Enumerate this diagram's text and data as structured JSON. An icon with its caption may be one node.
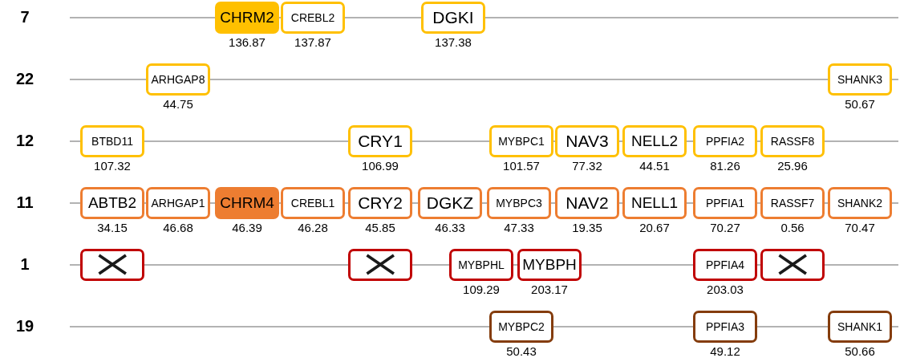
{
  "diagram": {
    "nodes": [
      {
        "text": [
          "CHRM2"
        ],
        "beside": [
          "136.87"
        ]
      },
      {
        "text": [
          "CREBL2"
        ],
        "beside": [
          "137.87"
        ]
      },
      {
        "text": [
          "DGKI"
        ],
        "beside": [
          "137.38"
        ]
      },
      {
        "text": [
          "ARHGAP8"
        ],
        "beside": [
          "44.75"
        ]
      },
      {
        "text": [
          "SHANK3"
        ],
        "beside": [
          "50.67"
        ]
      },
      {
        "text": [
          "BTBD11"
        ],
        "beside": [
          "107.32"
        ]
      },
      {
        "text": [
          "CRY1"
        ],
        "beside": [
          "106.99"
        ]
      },
      {
        "text": [
          "MYBPC1"
        ],
        "beside": [
          "101.57"
        ]
      },
      {
        "text": [
          "NAV3"
        ],
        "beside": [
          "77.32"
        ]
      },
      {
        "text": [
          "NELL2"
        ],
        "beside": [
          "44.51"
        ]
      },
      {
        "text": [
          "PPFIA2"
        ],
        "beside": [
          "81.26"
        ]
      },
      {
        "text": [
          "RASSF8"
        ],
        "beside": [
          "25.96"
        ]
      },
      {
        "text": [
          "ABTB2"
        ],
        "beside": [
          "34.15"
        ]
      },
      {
        "text": [
          "ARHGAP1"
        ],
        "beside": [
          "46.68"
        ]
      },
      {
        "text": [
          "CHRM4"
        ],
        "beside": [
          "46.39"
        ]
      },
      {
        "text": [
          "CREBL1"
        ],
        "beside": [
          "46.28"
        ]
      },
      {
        "text": [
          "CRY2"
        ],
        "beside": [
          "45.85"
        ]
      },
      {
        "text": [
          "DGKZ"
        ],
        "beside": [
          "46.33"
        ]
      },
      {
        "text": [
          "MYBPC3"
        ],
        "beside": [
          "47.33"
        ]
      },
      {
        "text": [
          "NAV2"
        ],
        "beside": [
          "19.35"
        ]
      },
      {
        "text": [
          "NELL1"
        ],
        "beside": [
          "20.67"
        ]
      },
      {
        "text": [
          "PPFIA1"
        ],
        "beside": [
          "70.27"
        ]
      },
      {
        "text": [
          "RASSF7"
        ],
        "beside": [
          "0.56"
        ]
      },
      {
        "text": [
          "SHANK2"
        ],
        "beside": [
          "70.47"
        ]
      },
      {
        "text": [],
        "shape": "cross"
      },
      {
        "text": [],
        "shape": "cross"
      },
      {
        "text": [
          "MYBPHL"
        ],
        "beside": [
          "109.29"
        ]
      },
      {
        "text": [
          "MYBPH"
        ],
        "beside": [
          "203.17"
        ]
      },
      {
        "text": [
          "PPFIA4"
        ],
        "beside": [
          "203.03"
        ]
      },
      {
        "text": [],
        "shape": "cross"
      },
      {
        "text": [
          "MYBPC2"
        ],
        "beside": [
          "50.43"
        ]
      },
      {
        "text": [
          "PPFIA3"
        ],
        "beside": [
          "49.12"
        ]
      },
      {
        "text": [
          "SHANK1"
        ],
        "beside": [
          "50.66"
        ]
      }
    ],
    "labels": [
      "7",
      "22",
      "12",
      "11",
      "1",
      "19"
    ]
  }
}
